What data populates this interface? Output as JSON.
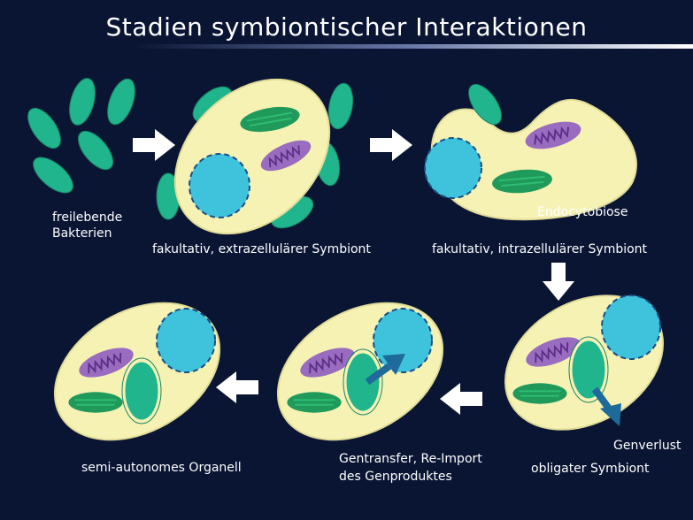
{
  "title": "Stadien symbiontischer Interaktionen",
  "labels": {
    "free_line1": "freilebende",
    "free_line2": "Bakterien",
    "stage_extracellular": "fakultativ, extrazellulärer Symbiont",
    "endocytobiose": "Endocytobiose",
    "stage_intracellular": "fakultativ, intrazellulärer Symbiont",
    "genverlust": "Genverlust",
    "stage_obligate": "obligater Symbiont",
    "gentransfer_line1": "Gentransfer, Re-Import",
    "gentransfer_line2": "des Genproduktes",
    "stage_organelle": "semi-autonomes Organell"
  },
  "colors": {
    "background": "#0a1533",
    "cell": "#f6f2b4",
    "nucleus": "#3fc3dc",
    "bacterium": "#20b58c",
    "chloroplast": "#1f9a5a",
    "mitochondrion": "#9a6cc0",
    "flow_arrow": "#ffffff",
    "transfer_arrow": "#1e6a9a"
  }
}
